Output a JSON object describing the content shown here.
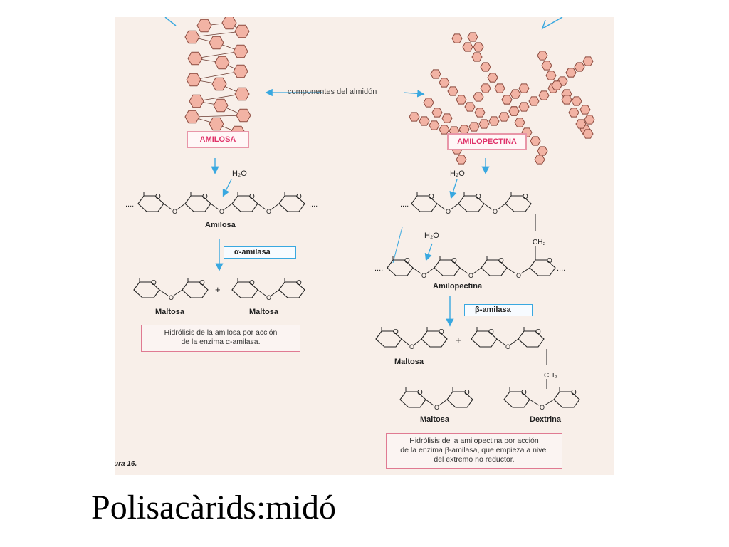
{
  "figure": {
    "top_label": "componentes del almidón",
    "amylose_box": "AMILOSA",
    "amylopectin_box": "AMILOPECTINA",
    "water_label": "H₂O",
    "ring_oxygen": "O",
    "ch2_label": "CH₂",
    "plus_sign": "+",
    "amylose_chain_label": "Amilosa",
    "alpha_enzyme": "α-amilasa",
    "maltose_label": "Maltosa",
    "amylose_caption_line1": "Hidrólisis de la amilosa por acción",
    "amylose_caption_line2": "de la enzima α-amilasa.",
    "amylopectin_chain_label": "Amilopectina",
    "beta_enzyme": "β-amilasa",
    "dextrin_label": "Dextrina",
    "amylopectin_caption_line1": "Hidrólisis de la amilopectina por acción",
    "amylopectin_caption_line2": "de la enzima β-amilasa, que empieza a nivel",
    "amylopectin_caption_line3": "del extremo no reductor.",
    "figure_number": "ura 16."
  },
  "slide": {
    "title": "Polisacàrids:midó"
  },
  "colors": {
    "hexagon_fill": "#f2b3a4",
    "hexagon_stroke": "#8a4a3e",
    "arrow_blue": "#39a8e0",
    "box_pink": "#e896a8"
  }
}
